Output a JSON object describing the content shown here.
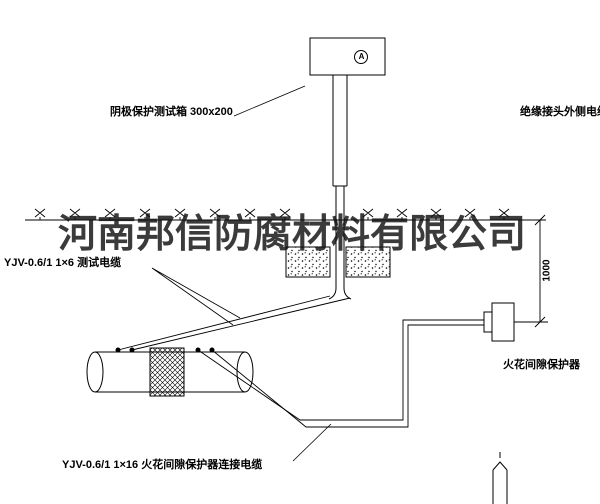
{
  "colors": {
    "background": "#ffffff",
    "line": "#000000",
    "watermark": "#111111"
  },
  "watermark": {
    "text": "河南邦信防腐材料有限公司"
  },
  "labels": {
    "test_box": "阴极保护测试箱 300x200",
    "outer_cable": "绝缘接头外侧电缆",
    "test_cable": "YJV-0.6/1  1×6  测试电缆",
    "spark_gap_protector": "火花间隙保护器",
    "spark_gap_cable": "YJV-0.6/1  1×16  火花间隙保护器连接电缆",
    "dimension_1000": "1000",
    "meter_letter": "A"
  }
}
